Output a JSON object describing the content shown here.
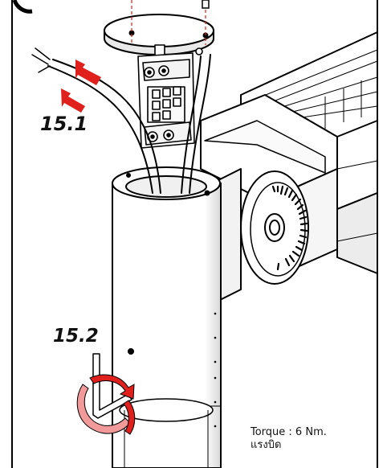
{
  "labels": {
    "step_1": "15.1",
    "step_2": "15.2",
    "torque": "Torque : 6 Nm.",
    "torque_thai": "แรงบิด"
  },
  "colors": {
    "arrow": "#e0201c",
    "arrow_light": "#f29a9a",
    "dashed_axis": "#e0201c",
    "frame": "#000000"
  },
  "icons": [
    "red-arrow-icon",
    "rotation-arrow-icon",
    "hex-key-icon"
  ]
}
